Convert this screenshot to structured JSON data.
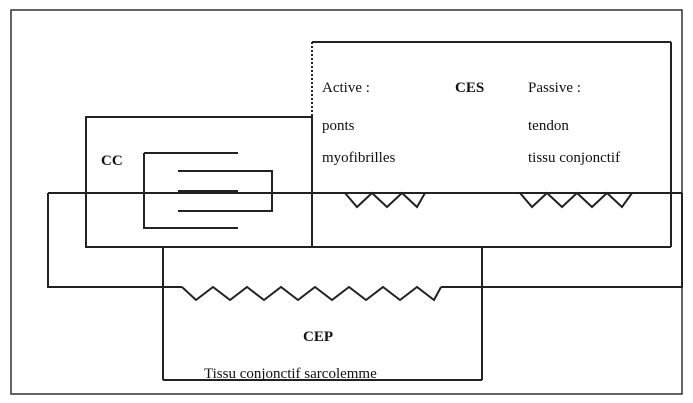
{
  "diagram": {
    "cc_label": "CC",
    "ces": {
      "title": "CES",
      "active": {
        "label": "Active :",
        "line1": "ponts",
        "line2": "myofibrilles"
      },
      "passive": {
        "label": "Passive :",
        "line1": "tendon",
        "line2": "tissu conjonctif"
      }
    },
    "cep": {
      "title": "CEP",
      "caption": "Tissu conjonctif sarcolemme"
    }
  }
}
